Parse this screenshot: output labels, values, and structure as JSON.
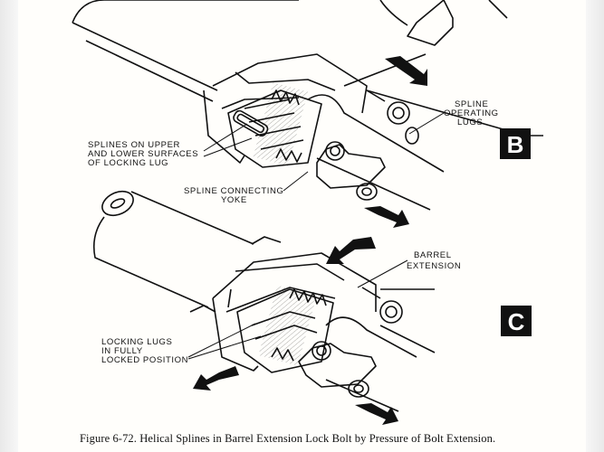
{
  "panels": {
    "b": {
      "badge": "B",
      "labels": {
        "spline_operating_lugs": [
          "SPLINE",
          "OPERATING",
          "LUGS"
        ],
        "splines_on_surfaces": [
          "SPLINES ON UPPER",
          "AND LOWER SURFACES",
          "OF LOCKING LUG"
        ],
        "spline_connecting_yoke": [
          "SPLINE CONNECTING",
          "YOKE"
        ]
      }
    },
    "c": {
      "badge": "C",
      "labels": {
        "barrel_extension": [
          "BARREL",
          "EXTENSION"
        ],
        "locking_lugs": [
          "LOCKING LUGS",
          "IN FULLY",
          "LOCKED POSITION"
        ]
      }
    }
  },
  "caption": "Figure 6-72.  Helical Splines in Barrel Extension Lock Bolt by Pressure of Bolt Extension."
}
